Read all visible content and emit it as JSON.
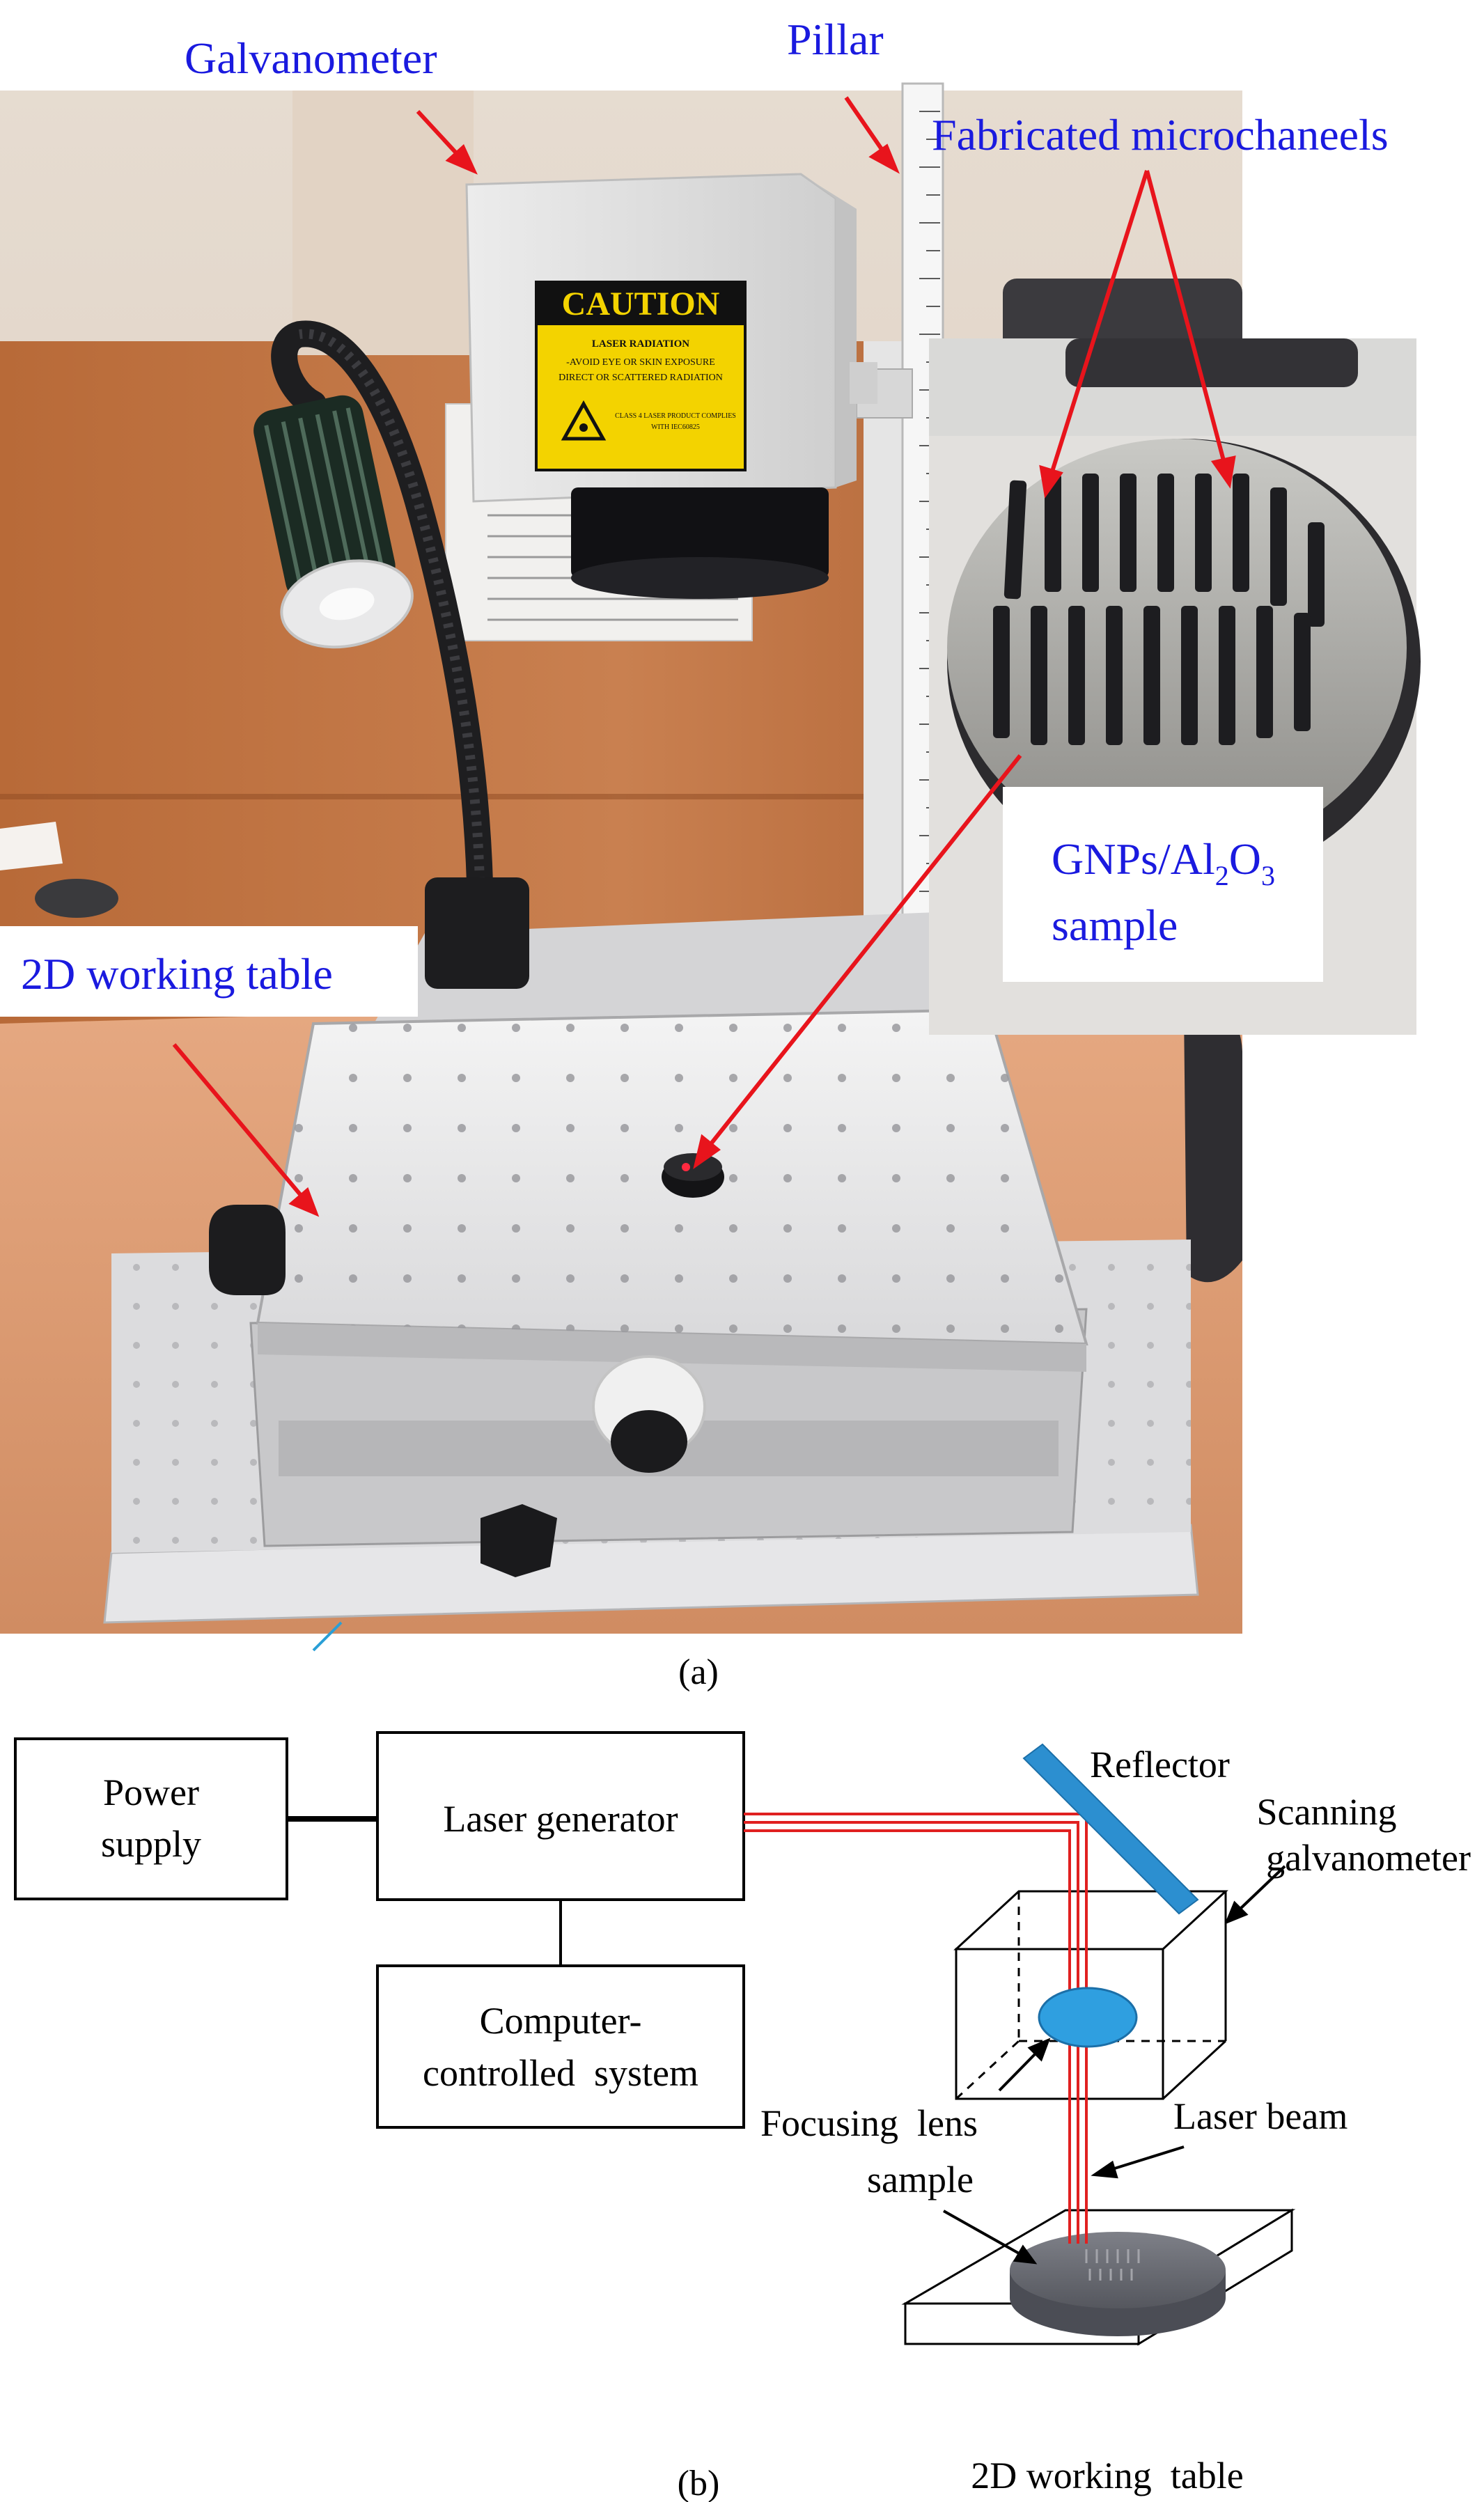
{
  "panel_a": {
    "caption": "(a)",
    "labels": {
      "galvanometer": "Galvanometer",
      "pillar": "Pillar",
      "microchannels": "Fabricated microchaneels",
      "working_table": "2D working table",
      "sample_prefix": "GNPs/Al",
      "sample_sub1": "2",
      "sample_mid": "O",
      "sample_sub2": "3",
      "sample_line2": "sample"
    },
    "caution_sign": {
      "title": "CAUTION",
      "line1": "LASER RADIATION",
      "line2": "-AVOID EYE OR SKIN EXPOSURE",
      "line3": "DIRECT OR SCATTERED RADIATION",
      "line4": "CLASS 4 LASER PRODUCT COMPLIES",
      "line5": "WITH IEC60825"
    }
  },
  "panel_b": {
    "caption": "(b)",
    "power_supply": [
      "Power",
      "supply"
    ],
    "laser_generator": "Laser generator",
    "computer_system": [
      "Computer-",
      "controlled  system"
    ],
    "reflector": "Reflector",
    "scanning": [
      "Scanning",
      "galvanometer"
    ],
    "laser_beam": "Laser beam",
    "focusing_lens": "Focusing  lens",
    "sample": "sample",
    "working_table": "2D working  table"
  },
  "colors": {
    "label_blue": "#1a1adf",
    "arrow_red": "#e8141c",
    "beam_red": "#e02020",
    "lens_blue": "#2f9fe0",
    "caution_yellow": "#f3d300"
  }
}
